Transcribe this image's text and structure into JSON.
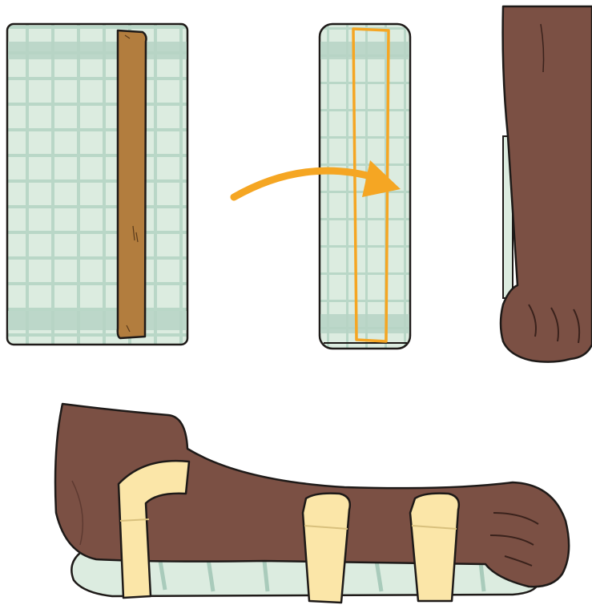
{
  "illustration": {
    "steps": [
      {
        "id": "step-1",
        "content": "stick-on-cloth"
      },
      {
        "id": "step-2",
        "content": "cloth-folded-over-stick"
      },
      {
        "id": "step-3",
        "content": "forearm-with-fist"
      },
      {
        "id": "step-4",
        "content": "forearm-splinted-with-straps"
      }
    ],
    "strap_count": 3,
    "colors": {
      "cloth_light": "#dcece0",
      "cloth_stripe": "#a9cbbb",
      "cloth_band": "#b6d3c4",
      "stick": "#b27d3e",
      "arrow_and_outline": "#f5a623",
      "skin": "#7b5044",
      "skin_shadow": "#5e3a31",
      "strap": "#fbe6a8",
      "outline": "#1e1a18"
    }
  }
}
